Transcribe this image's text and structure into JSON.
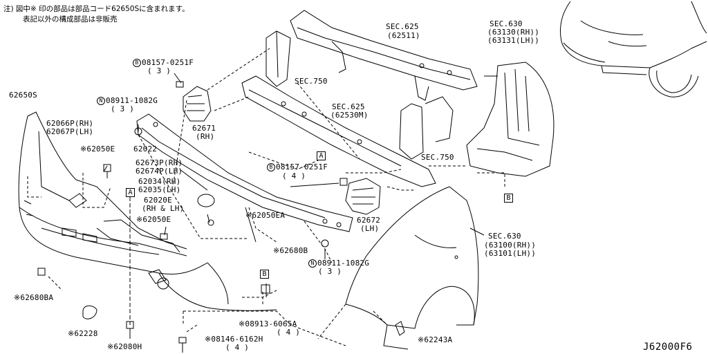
{
  "notes": {
    "line1": "注) 図中※ 印の部品は部品コード62650Sに含まれます。",
    "line2": "表記以外の構成部品は非販売"
  },
  "diagram_code": "J62000F6",
  "labels": {
    "bolt_08157_top_code": "08157-0251F",
    "bolt_08157_top_qty": "( 3 )",
    "nut_08911_top_code": "08911-1082G",
    "nut_08911_top_qty": "( 3 )",
    "bumper_62650s": "62650S",
    "bracket_62066p": "62066P(RH)",
    "bracket_62067p": "62067P(LH)",
    "clip_62050e_top": "※62050E",
    "reinforce_62022": "62022",
    "energy_62673p": "62673P(RH)",
    "energy_62674p": "62674P(LH)",
    "foglamp_62034": "62034(RH)",
    "foglamp_62035": "62035(LH)",
    "bracket_62020e": "62020E",
    "bracket_62020e_side": "(RH & LH)",
    "clip_62050e_mid": "※62050E",
    "clip_62050ea": "※62050EA",
    "absorber_62671": "62671",
    "absorber_62671_side": "(RH)",
    "absorber_62672": "62672",
    "absorber_62672_side": "(LH)",
    "sec750_top": "SEC.750",
    "sec625_top": "SEC.625",
    "sec625_top_part": "(62511)",
    "sec625_mid": "SEC.625",
    "sec625_mid_part": "(62530M)",
    "sec750_right": "SEC.750",
    "sec630_top": "SEC.630",
    "sec630_top_rh": "(63130(RH))",
    "sec630_top_lh": "(63131(LH))",
    "bolt_08157_mid_code": "08157-0251F",
    "bolt_08157_mid_qty": "( 4 )",
    "sec630_fender": "SEC.630",
    "sec630_fender_rh": "(63100(RH))",
    "sec630_fender_lh": "(63101(LH))",
    "clip_62680b": "※62680B",
    "nut_08911_bottom_code": "08911-1082G",
    "nut_08911_bottom_qty": "( 3 )",
    "nut_08913_code": "※08913-6065A",
    "nut_08913_qty": "( 4 )",
    "bolt_08146_code": "※08146-6162H",
    "bolt_08146_qty": "( 4 )",
    "clip_62680ba": "※62680BA",
    "cover_62228": "※62228",
    "bolt_62080h": "※62080H",
    "clip_62243a": "※62243A"
  },
  "ref_marks": {
    "a": "A",
    "b": "B",
    "circle_b": "B",
    "circle_n": "N"
  }
}
